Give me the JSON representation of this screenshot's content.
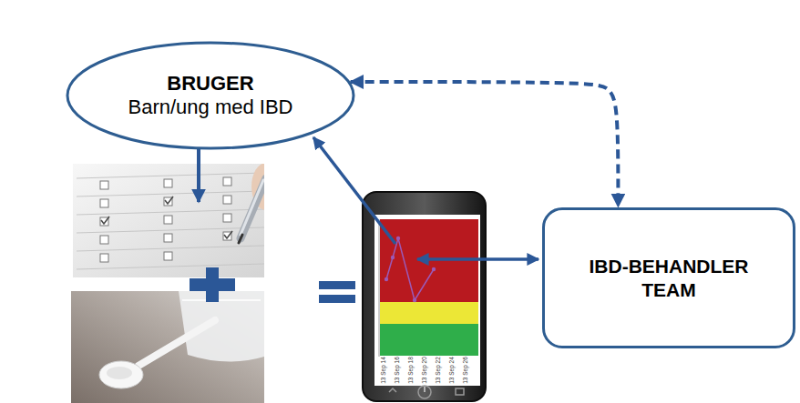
{
  "diagram": {
    "nodes": [
      {
        "text": [
          "BRUGER",
          "Barn/ung med IBD"
        ]
      },
      {
        "text": [
          "IBD-BEHANDLER TEAM"
        ]
      }
    ],
    "edges": [
      {
        "from": 0,
        "to": 1,
        "arrow": "both"
      }
    ],
    "labels": [
      "13 Sep 14",
      "13 Sep 16",
      "13 Sep 18",
      "13 Sep 20",
      "13 Sep 22",
      "13 Sep 24",
      "13 Sep 26"
    ]
  }
}
